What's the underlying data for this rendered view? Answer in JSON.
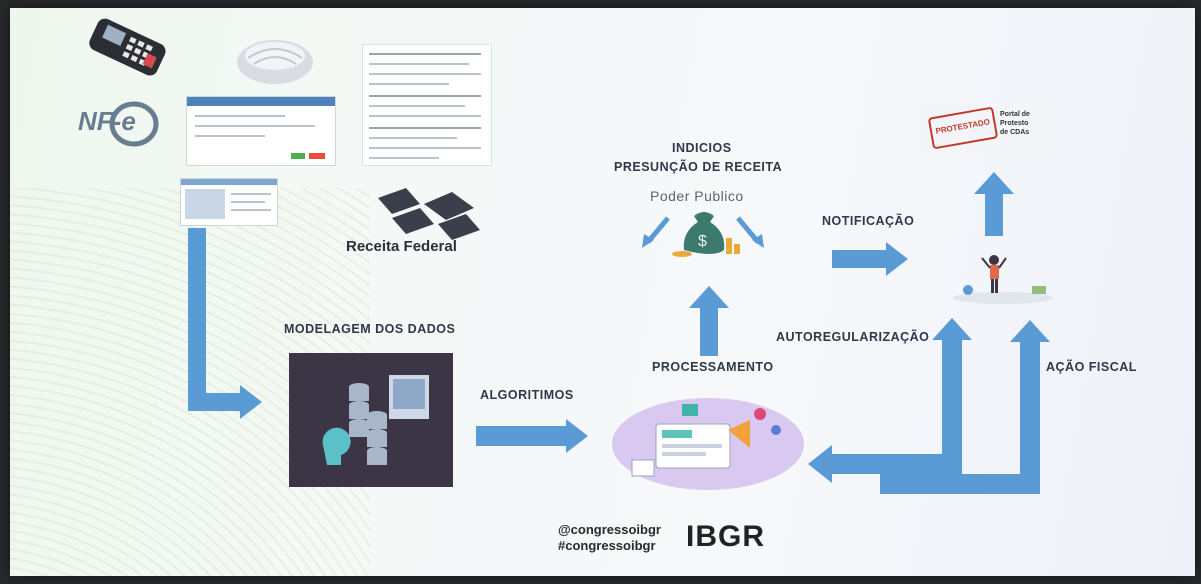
{
  "slide": {
    "receita_federal": "Receita Federal",
    "modelagem": "MODELAGEM DOS DADOS",
    "algoritmos": "ALGORITIMOS",
    "processamento": "PROCESSAMENTO",
    "indicios_line1": "INDICIOS",
    "indicios_line2": "PRESUNÇÃO DE RECEITA",
    "poder_publico": "Poder Publico",
    "notificacao": "NOTIFICAÇÃO",
    "autoregularizacao": "AUTOREGULARIZAÇÃO",
    "acao_fiscal": "AÇÃO FISCAL",
    "stamp_text": "PROTESTADO",
    "portal_line1": "Portal de",
    "portal_line2": "Protesto",
    "portal_line3": "de CDAs",
    "nfe_logo": "NF-e",
    "handle": "@congressoibgr",
    "hashtag": "#congressoibgr",
    "brand": "IBGR"
  },
  "colors": {
    "arrow": "#5b9bd5",
    "brand_dark": "#222222",
    "stamp": "#c0392b"
  }
}
